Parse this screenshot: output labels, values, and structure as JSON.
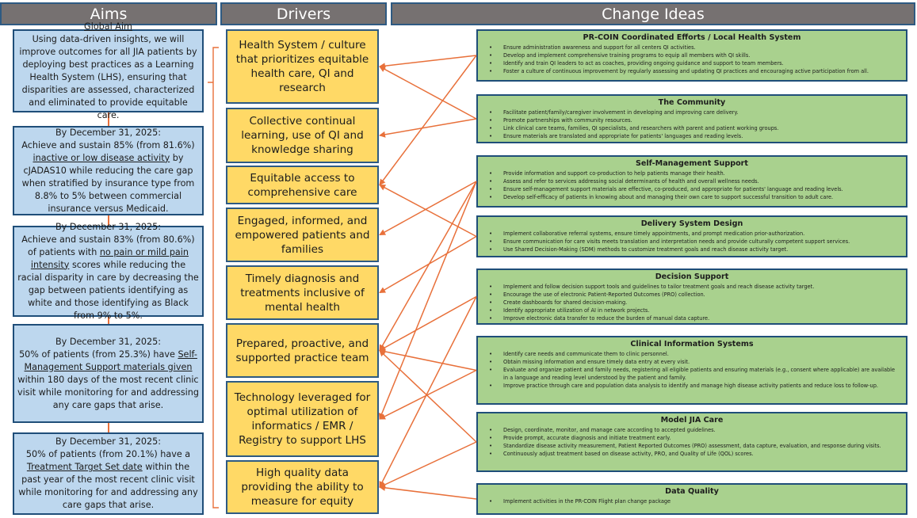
{
  "headers": {
    "aims": "Aims",
    "drivers": "Drivers",
    "change_ideas": "Change Ideas"
  },
  "aims": [
    {
      "title": "Global Aim",
      "parts": [
        {
          "text": "Using data-driven insights, we will improve outcomes for all JIA patients by deploying best practices as a Learning Health System (LHS), ensuring that disparities are assessed, characterized and eliminated to provide equitable care.",
          "underline": false
        }
      ]
    },
    {
      "title": "By December 31, 2025:",
      "parts": [
        {
          "text": "Achieve and sustain 85% (from 81.6%) ",
          "underline": false
        },
        {
          "text": "inactive or low disease activity",
          "underline": true
        },
        {
          "text": " by cJADAS10 while reducing the care gap when stratified by insurance type from 8.8% to 5% between commercial insurance versus Medicaid.",
          "underline": false
        }
      ]
    },
    {
      "title": "By December 31, 2025:",
      "parts": [
        {
          "text": "Achieve and sustain 83% (from 80.6%) of patients with ",
          "underline": false
        },
        {
          "text": "no pain or mild pain intensity",
          "underline": true
        },
        {
          "text": " scores while reducing the racial disparity in care by decreasing the gap between patients identifying as white and those identifying as Black from 9% to 5%.",
          "underline": false
        }
      ]
    },
    {
      "title": "By December 31, 2025:",
      "parts": [
        {
          "text": "50% of patients (from 25.3%) have ",
          "underline": false
        },
        {
          "text": "Self-Management Support materials given",
          "underline": true
        },
        {
          "text": " within 180 days of the most recent clinic visit while monitoring for and addressing any care gaps that arise.",
          "underline": false
        }
      ]
    },
    {
      "title": "By December 31, 2025:",
      "parts": [
        {
          "text": "50% of patients (from 20.1%) have a ",
          "underline": false
        },
        {
          "text": "Treatment Target Set date",
          "underline": true
        },
        {
          "text": " within the past year of the most recent clinic visit while monitoring for and addressing any care gaps that arise.",
          "underline": false
        }
      ]
    }
  ],
  "drivers": [
    "Health System / culture that prioritizes equitable health care, QI and research",
    "Collective continual learning, use of QI and knowledge sharing",
    "Equitable access to comprehensive care",
    "Engaged, informed, and empowered patients and families",
    "Timely diagnosis and treatments inclusive of mental health",
    "Prepared, proactive, and supported practice team",
    "Technology leveraged for optimal utilization of informatics / EMR / Registry to support LHS",
    "High quality data providing the ability to measure for equity"
  ],
  "change_ideas": [
    {
      "title": "PR-COIN Coordinated Efforts / Local Health System",
      "items": [
        "Ensure administration awareness and support for all centers QI activities.",
        "Develop and implement comprehensive training programs to equip all members with QI skills.",
        "Identify and train QI leaders to act as coaches, providing ongoing guidance and support to team members.",
        "Foster a culture of continuous improvement by regularly assessing and updating QI practices and encouraging active participation from all."
      ]
    },
    {
      "title": "The Community",
      "items": [
        "Facilitate patient/family/caregiver involvement in developing and improving care delivery.",
        "Promote partnerships with community resources.",
        "Link clinical care teams, families, QI specialists, and researchers with parent and patient working groups.",
        "Ensure materials are translated and appropriate for patients' languages and reading levels."
      ]
    },
    {
      "title": "Self-Management Support",
      "items": [
        "Provide information and support co-production to help patients manage their health.",
        "Assess and refer to services addressing social determinants of health and overall wellness needs.",
        "Ensure self-management support materials are effective, co-produced, and appropriate for patients' language and reading levels.",
        "Develop self-efficacy of patients in knowing about and managing their own care to support successful transition to adult care."
      ]
    },
    {
      "title": "Delivery System Design",
      "items": [
        "Implement collaborative referral systems, ensure timely appointments, and prompt medication prior-authorization.",
        "Ensure communication for care visits meets translation and interpretation needs and provide culturally competent support services.",
        "Use Shared Decision-Making (SDM) methods to customize treatment goals and reach disease activity target."
      ]
    },
    {
      "title": "Decision Support",
      "items": [
        "Implement and follow decision support tools and guidelines to tailor treatment goals and reach disease activity target.",
        "Encourage the use of electronic Patient-Reported Outcomes (PRO) collection.",
        "Create dashboards for shared decision-making.",
        "Identify appropriate utilization of AI in network projects.",
        "Improve electronic data transfer to reduce the burden of manual data capture."
      ]
    },
    {
      "title": "Clinical Information Systems",
      "items": [
        "Identify care needs and communicate them to clinic personnel.",
        "Obtain missing information and ensure timely data entry at every visit.",
        "Evaluate and organize patient and family needs, registering all eligible patients and ensuring materials (e.g., consent where applicable) are available in a language and reading level understood by the patient and family.",
        "Improve practice through care and population data analysis to identify and manage high disease activity patients and reduce loss to follow-up."
      ]
    },
    {
      "title": "Model JIA Care",
      "items": [
        "Design, coordinate, monitor, and manage care according to accepted guidelines.",
        "Provide prompt, accurate diagnosis and initiate treatment early.",
        "Standardize disease activity measurement, Patient Reported Outcomes (PRO) assessment, data capture, evaluation, and response during visits.",
        "Continuously adjust treatment based on disease activity, PRO, and Quality of Life (QOL) scores."
      ]
    },
    {
      "title": "Data Quality",
      "items": [
        "Implement activities in the PR-COIN Flight plan change package"
      ]
    }
  ],
  "connections": [
    {
      "from_change": 0,
      "to_driver": 0
    },
    {
      "from_change": 0,
      "to_driver": 2
    },
    {
      "from_change": 1,
      "to_driver": 0
    },
    {
      "from_change": 1,
      "to_driver": 1
    },
    {
      "from_change": 2,
      "to_driver": 3
    },
    {
      "from_change": 2,
      "to_driver": 5
    },
    {
      "from_change": 2,
      "to_driver": 6
    },
    {
      "from_change": 3,
      "to_driver": 2
    },
    {
      "from_change": 3,
      "to_driver": 4
    },
    {
      "from_change": 4,
      "to_driver": 5
    },
    {
      "from_change": 4,
      "to_driver": 7
    },
    {
      "from_change": 5,
      "to_driver": 5
    },
    {
      "from_change": 5,
      "to_driver": 6
    },
    {
      "from_change": 6,
      "to_driver": 5
    },
    {
      "from_change": 6,
      "to_driver": 7
    },
    {
      "from_change": 7,
      "to_driver": 7
    }
  ],
  "colors": {
    "header_bg": "#767171",
    "aim_bg": "#bdd7ee",
    "driver_bg": "#ffd966",
    "change_bg": "#a9d18e",
    "border": "#1f4e79",
    "connector": "#e8703a"
  }
}
